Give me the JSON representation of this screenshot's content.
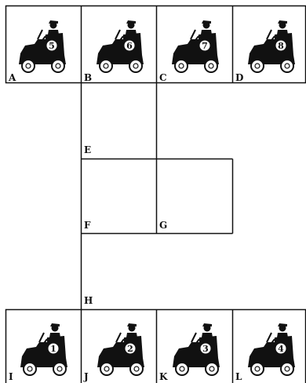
{
  "puzzle": {
    "cells": [
      {
        "id": "A",
        "label": "A",
        "car_number": "5"
      },
      {
        "id": "B",
        "label": "B",
        "car_number": "6"
      },
      {
        "id": "C",
        "label": "C",
        "car_number": "7"
      },
      {
        "id": "D",
        "label": "D",
        "car_number": "8"
      },
      {
        "id": "E",
        "label": "E",
        "car_number": ""
      },
      {
        "id": "F",
        "label": "F",
        "car_number": ""
      },
      {
        "id": "G",
        "label": "G",
        "car_number": ""
      },
      {
        "id": "H",
        "label": "H",
        "car_number": ""
      },
      {
        "id": "I",
        "label": "I",
        "car_number": "1"
      },
      {
        "id": "J",
        "label": "J",
        "car_number": "2"
      },
      {
        "id": "K",
        "label": "K",
        "car_number": "3"
      },
      {
        "id": "L",
        "label": "L",
        "car_number": "4"
      }
    ]
  },
  "colors": {
    "line": "#111111",
    "car": "#111111",
    "wheel_fill": "#ffffff"
  }
}
